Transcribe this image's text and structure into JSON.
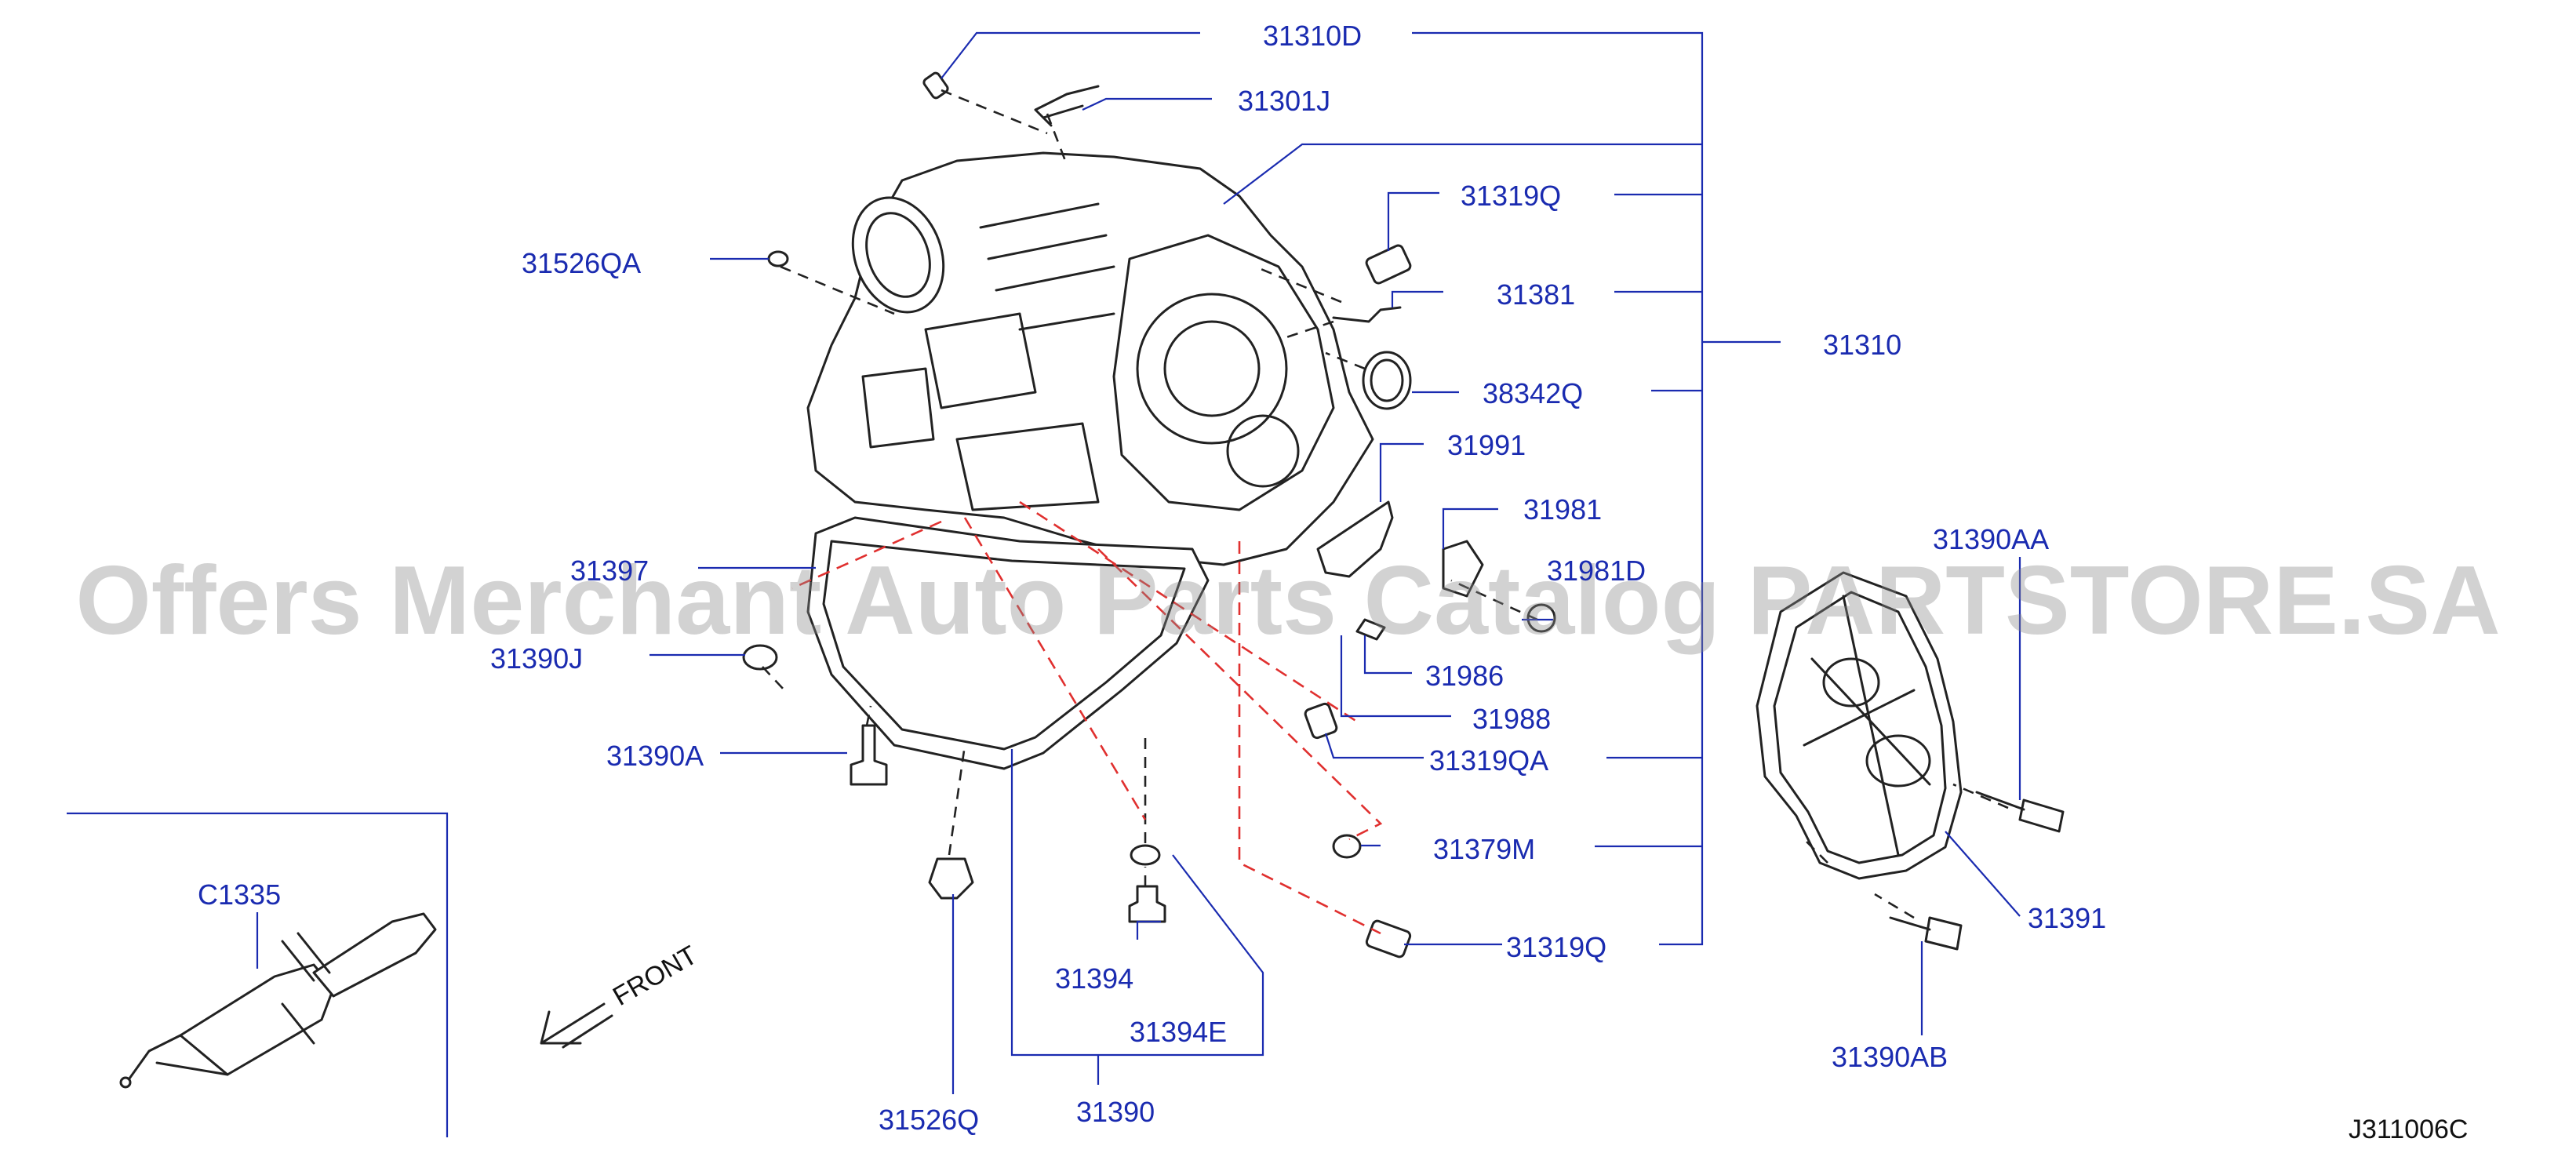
{
  "parts": {
    "p31310D": "31310D",
    "p31301J": "31301J",
    "p31319Q_top": "31319Q",
    "p31526QA": "31526QA",
    "p31381": "31381",
    "p31310": "31310",
    "p38342Q": "38342Q",
    "p31991": "31991",
    "p31981": "31981",
    "p31981D": "31981D",
    "p31397": "31397",
    "p31390J": "31390J",
    "p31986": "31986",
    "p31988": "31988",
    "p31390A": "31390A",
    "p31319QA": "31319QA",
    "p31379M": "31379M",
    "p31319Q_bot": "31319Q",
    "pC1335": "C1335",
    "p31394": "31394",
    "p31394E": "31394E",
    "p31526Q": "31526Q",
    "p31390": "31390",
    "p31390AA": "31390AA",
    "p31391": "31391",
    "p31390AB": "31390AB"
  },
  "front_label": "FRONT",
  "diagram_ref": "J311006C",
  "watermark": "Offers Merchant Auto Parts Catalog PARTSTORE.SA",
  "colors": {
    "label": "#1a2bb0",
    "line": "#1a2bb0",
    "red_dash": "#e0302f",
    "part": "#222222"
  }
}
